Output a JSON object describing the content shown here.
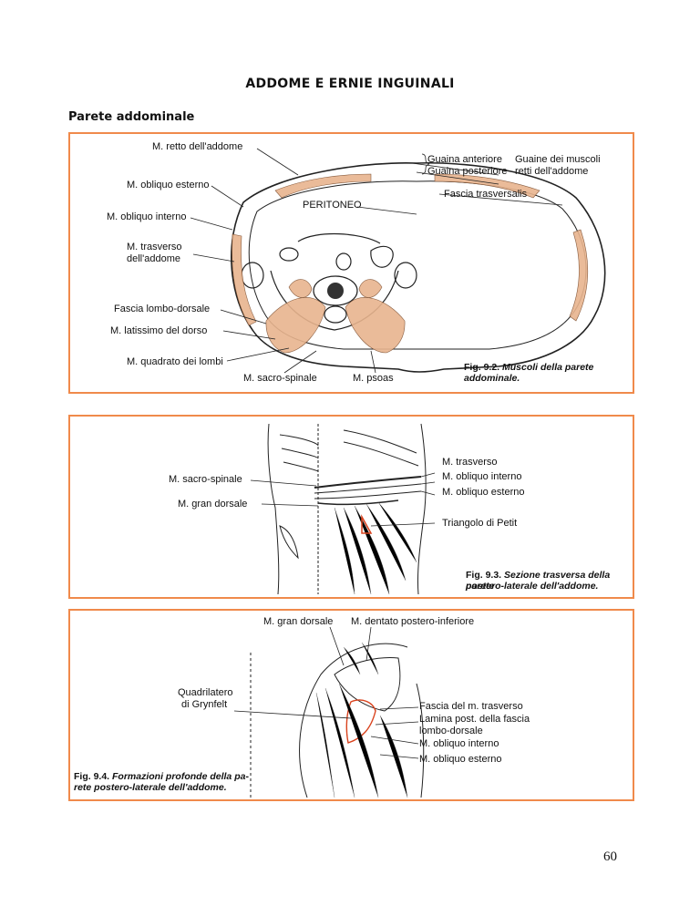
{
  "page": {
    "title": "ADDOME E ERNIE INGUINALI",
    "section": "Parete addominale",
    "page_number": "60"
  },
  "fig1": {
    "labels": {
      "retto": "M. retto dell'addome",
      "obliquo_esterno": "M. obliquo esterno",
      "obliquo_interno": "M. obliquo interno",
      "trasverso_1": "M. trasverso",
      "trasverso_2": "dell'addome",
      "fascia_lombo": "Fascia lombo-dorsale",
      "latissimo": "M. latissimo del dorso",
      "quadrato": "M. quadrato dei lombi",
      "sacro_spinale": "M. sacro-spinale",
      "psoas": "M. psoas",
      "peritoneo": "PERITONEO",
      "guaina_anteriore": "Guaina anteriore",
      "guaina_posteriore": "Guaina posteriore",
      "guaine_1": "Guaine dei muscoli",
      "guaine_2": "retti dell'addome",
      "fascia_trasversalis": "Fascia trasversalis"
    },
    "caption_num": "Fig. 9.2.",
    "caption_1": "Muscoli della parete",
    "caption_2": "addominale."
  },
  "fig2": {
    "labels": {
      "trasverso": "M. trasverso",
      "sacro_spinale": "M. sacro-spinale",
      "obliquo_interno": "M. obliquo interno",
      "gran_dorsale": "M. gran dorsale",
      "obliquo_esterno": "M. obliquo esterno",
      "triangolo": "Triangolo di Petit"
    },
    "caption_num": "Fig. 9.3.",
    "caption_1": "Sezione trasversa della parete",
    "caption_2": "postero-laterale dell'addome."
  },
  "fig3": {
    "labels": {
      "gran_dorsale": "M. gran dorsale",
      "dentato": "M. dentato postero-inferiore",
      "quadrilatero_1": "Quadrilatero",
      "quadrilatero_2": "di Grynfelt",
      "fascia_trasverso": "Fascia del m. trasverso",
      "lamina_1": "Lamina post. della fascia",
      "lamina_2": "lombo-dorsale",
      "obliquo_interno": "M. obliquo interno",
      "obliquo_esterno": "M. obliquo esterno"
    },
    "caption_num": "Fig. 9.4.",
    "caption_1": "Formazioni profonde della pa-",
    "caption_2": "rete postero-laterale dell'addome."
  },
  "colors": {
    "frame": "#f08a4b",
    "muscle": "#e8b48e",
    "highlight": "#d9431e"
  }
}
